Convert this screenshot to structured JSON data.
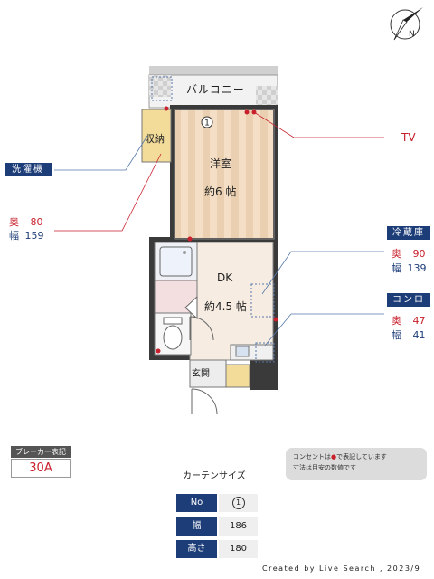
{
  "floorplan": {
    "rooms": {
      "balcony": "バルコニー",
      "storage": "収納",
      "western_room": "洋室",
      "western_room_size": "約6 帖",
      "dk": "DK",
      "dk_size": "約4.5 帖",
      "entrance": "玄関"
    },
    "window_marker": "1",
    "compass": "N"
  },
  "callouts": {
    "tv": "TV",
    "washing_machine": {
      "tag": "洗濯機",
      "depth_label": "奥",
      "depth": "80",
      "width_label": "幅",
      "width": "159"
    },
    "refrigerator": {
      "tag": "冷蔵庫",
      "depth_label": "奥",
      "depth": "90",
      "width_label": "幅",
      "width": "139"
    },
    "stove": {
      "tag": "コンロ",
      "depth_label": "奥",
      "depth": "47",
      "width_label": "幅",
      "width": "41"
    }
  },
  "breaker": {
    "label": "ブレーカー表記",
    "value": "30A"
  },
  "note": {
    "line1_prefix": "コンセントは",
    "line1_suffix": "で表記しています",
    "line2": "寸法は目安の数値です"
  },
  "curtain": {
    "title": "カーテンサイズ",
    "rows": [
      {
        "header": "No",
        "value": "1"
      },
      {
        "header": "幅",
        "value": "186"
      },
      {
        "header": "高さ",
        "value": "180"
      }
    ]
  },
  "credit": "Created by Live Search , 2023/9",
  "colors": {
    "navy": "#1d3d78",
    "red": "#c8202c",
    "floor_wood": "#f2dcc2",
    "floor_stripe": "#e9ccaa",
    "storage": "#f3dc9a"
  }
}
